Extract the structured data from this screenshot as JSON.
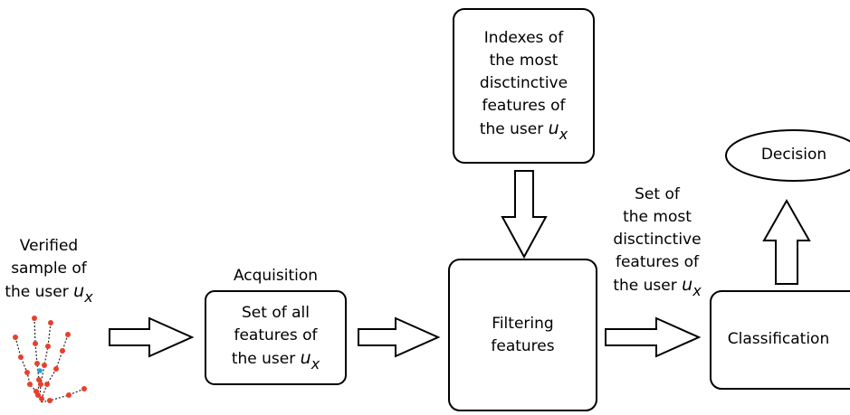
{
  "input_label": [
    "Verified",
    "sample of"
  ],
  "input_user_prefix": "the user",
  "acquisition_title": "Acquisition",
  "acquisition_box": [
    "Set of all",
    "features of"
  ],
  "acquisition_user_prefix": "the user",
  "indexes_box": [
    "Indexes of",
    "the most",
    "disctinctive",
    "features of"
  ],
  "indexes_user_prefix": "the user",
  "filtering_box": [
    "Filtering",
    "features"
  ],
  "set_label": [
    "Set of",
    "the most",
    "disctinctive",
    "features of"
  ],
  "set_user_prefix": "the user",
  "classification_box": "Classification",
  "decision_ellipse": "Decision",
  "user_var": "u",
  "user_sub": "x",
  "colors": {
    "stroke": "#000000",
    "hand_points": "#e8402a",
    "hand_center": "#1aa3d9"
  }
}
